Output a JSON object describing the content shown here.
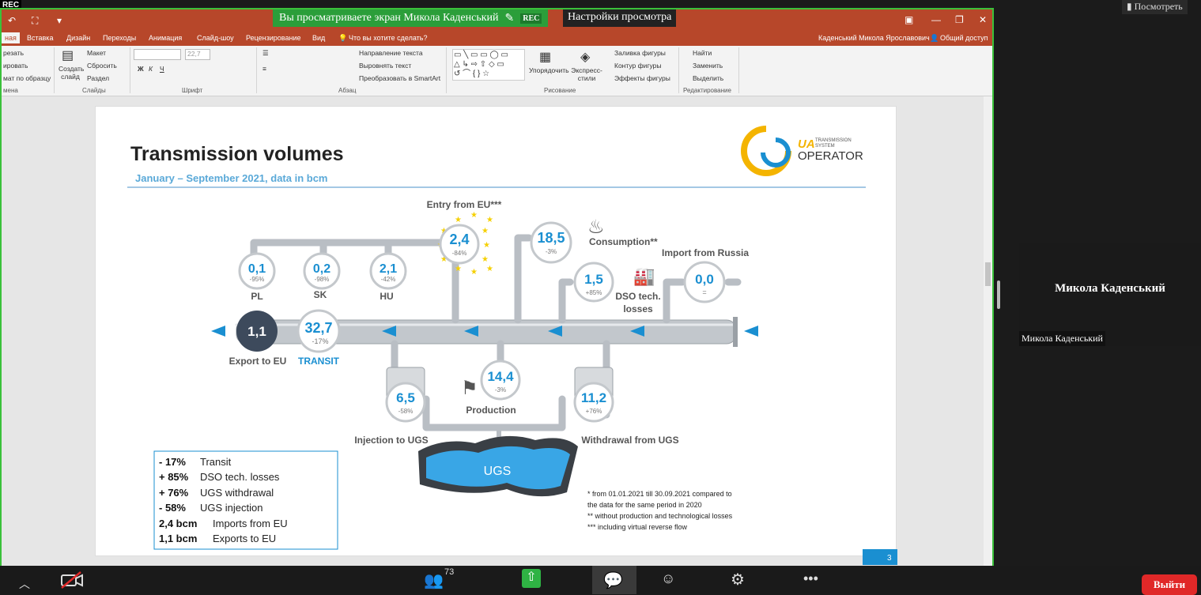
{
  "zoom": {
    "rec_badge": "REC",
    "share_banner": "Вы просматриваете экран Микола Каденський",
    "share_rec": "REC",
    "view_options": "Настройки просмотра",
    "view_button": "Посмотреть",
    "participant_name": "Микола Каденський",
    "participant_label": "Микола Каденський",
    "participants_count": "73",
    "leave_button": "Выйти"
  },
  "powerpoint": {
    "tabs": [
      "ная",
      "Вставка",
      "Дизайн",
      "Переходы",
      "Анимация",
      "Слайд-шоу",
      "Рецензирование",
      "Вид"
    ],
    "tell_me": "Что вы хотите сделать?",
    "user_name": "Каденський Микола Ярославович",
    "share": "Общий доступ",
    "ribbon": {
      "clipboard": [
        "резать",
        "ировать",
        "мат по образцу"
      ],
      "create_slide": "Создать слайд",
      "slides_group": [
        "Макет",
        "Сбросить",
        "Раздел"
      ],
      "font_size": "22,7",
      "text_group": [
        "Направление текста",
        "Выровнять текст",
        "Преобразовать в SmartArt"
      ],
      "arrange": "Упорядочить",
      "quick_styles": "Экспресс-стили",
      "shape_group": [
        "Заливка фигуры",
        "Контур фигуры",
        "Эффекты фигуры"
      ],
      "editing": [
        "Найти",
        "Заменить",
        "Выделить"
      ],
      "group_labels": [
        "мена",
        "Слайды",
        "Шрифт",
        "Абзац",
        "Рисование",
        "Редактирование"
      ]
    }
  },
  "slide": {
    "title": "Transmission volumes",
    "subtitle": "January – September 2021, data in bcm",
    "logo": {
      "ua": "UA",
      "line1": "TRANSMISSION",
      "line2": "SYSTEM",
      "line3": "OPERATOR"
    },
    "page_number": "3",
    "nodes": {
      "pl": {
        "value": "0,1",
        "change": "-95%",
        "label": "PL"
      },
      "sk": {
        "value": "0,2",
        "change": "-98%",
        "label": "SK"
      },
      "hu": {
        "value": "2,1",
        "change": "-42%",
        "label": "HU"
      },
      "entry_eu": {
        "value": "2,4",
        "change": "-84%",
        "label": "Entry from EU***"
      },
      "consumption": {
        "value": "18,5",
        "change": "-3%",
        "label": "Consumption**"
      },
      "dso": {
        "value": "1,5",
        "change": "+85%",
        "label1": "DSO tech.",
        "label2": "losses"
      },
      "import_russia": {
        "value": "0,0",
        "change": "=",
        "label": "Import from Russia"
      },
      "export_eu": {
        "value": "1,1",
        "label": "Export to EU"
      },
      "transit": {
        "value": "32,7",
        "change": "-17%",
        "label": "TRANSIT"
      },
      "injection": {
        "value": "6,5",
        "change": "-58%",
        "label": "Injection to UGS"
      },
      "production": {
        "value": "14,4",
        "change": "-3%",
        "label": "Production"
      },
      "withdrawal": {
        "value": "11,2",
        "change": "+76%",
        "label": "Withdrawal from UGS"
      },
      "ugs": {
        "label": "UGS"
      }
    },
    "summary": [
      {
        "value": "- 17%",
        "text": "Transit"
      },
      {
        "value": "+ 85%",
        "text": "DSO tech. losses"
      },
      {
        "value": "+ 76%",
        "text": "UGS withdrawal"
      },
      {
        "value": " - 58%",
        "text": "UGS injection"
      },
      {
        "value": "2,4 bcm",
        "text": "Imports from EU"
      },
      {
        "value": "1,1 bcm",
        "text": "Exports to EU"
      }
    ],
    "footnotes": [
      "* from   01.01.2021  till  30.09.2021  compared  to",
      "the data for the same period in 2020",
      "** without production and technological losses",
      "*** including virtual reverse flow"
    ]
  },
  "colors": {
    "accent": "#1a8fd1",
    "ppt_red": "#b7472a",
    "pipe": "#b9bec4",
    "zoom_green": "#2b9e3a",
    "leave_red": "#e02828"
  }
}
